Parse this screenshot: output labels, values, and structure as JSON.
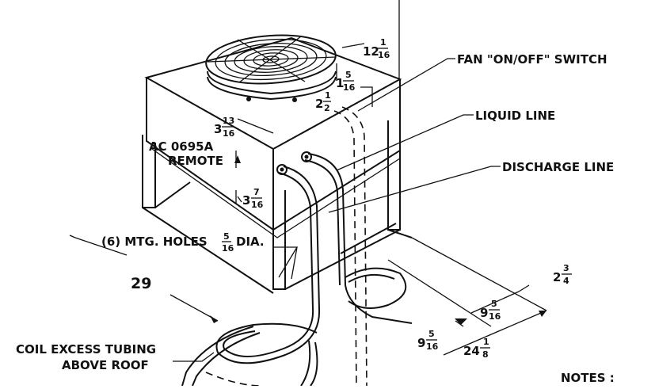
{
  "labels": {
    "fan_switch": "FAN \"ON/OFF\" SWITCH",
    "liquid_line": "LIQUID LINE",
    "discharge_line": "DISCHARGE LINE",
    "model_line1": "AC 0695A",
    "model_line2": "REMOTE",
    "mtg_holes_prefix": "(6) MTG. HOLES",
    "mtg_holes_suffix": "DIA.",
    "coil_line1": "COIL EXCESS TUBING",
    "coil_line2": "ABOVE ROOF",
    "notes": "NOTES :"
  },
  "dimensions": {
    "width_29": "29",
    "top_12": {
      "whole": "12",
      "num": "1",
      "den": "16"
    },
    "side_1_5_16": {
      "whole": "1",
      "num": "5",
      "den": "16"
    },
    "small_2": {
      "whole": "2",
      "num": "1",
      "den": "2"
    },
    "left_3_13_16": {
      "whole": "3",
      "num": "13",
      "den": "16"
    },
    "left_3_7_16": {
      "whole": "3",
      "num": "7",
      "den": "16"
    },
    "mtg_frac": {
      "num": "5",
      "den": "16"
    },
    "right_2_3_4": {
      "whole": "2",
      "num": "3",
      "den": "4"
    },
    "right_9_5_16_a": {
      "whole": "9",
      "num": "5",
      "den": "16"
    },
    "right_9_5_16_b": {
      "whole": "9",
      "num": "5",
      "den": "16"
    },
    "depth_24": {
      "whole": "24",
      "num": "1",
      "den": "8"
    }
  }
}
